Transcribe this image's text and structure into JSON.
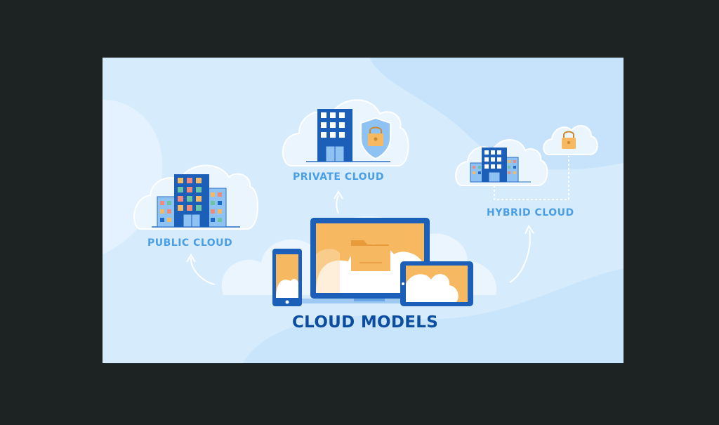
{
  "labels": {
    "public": "PUBLIC CLOUD",
    "private": "PRIVATE CLOUD",
    "hybrid": "HYBRID CLOUD",
    "title": "CLOUD MODELS"
  },
  "colors": {
    "page_background": "#1d2222",
    "panel_background": "#d6ecfd",
    "label_blue": "#4a9ee6",
    "title_navy": "#0c4d9f",
    "device_blue": "#1c6fcf",
    "folder_orange": "#f6b860"
  },
  "icons": [
    "building-icon",
    "shield-lock-icon",
    "padlock-icon",
    "laptop-icon",
    "phone-icon",
    "tablet-icon",
    "folder-icon"
  ]
}
